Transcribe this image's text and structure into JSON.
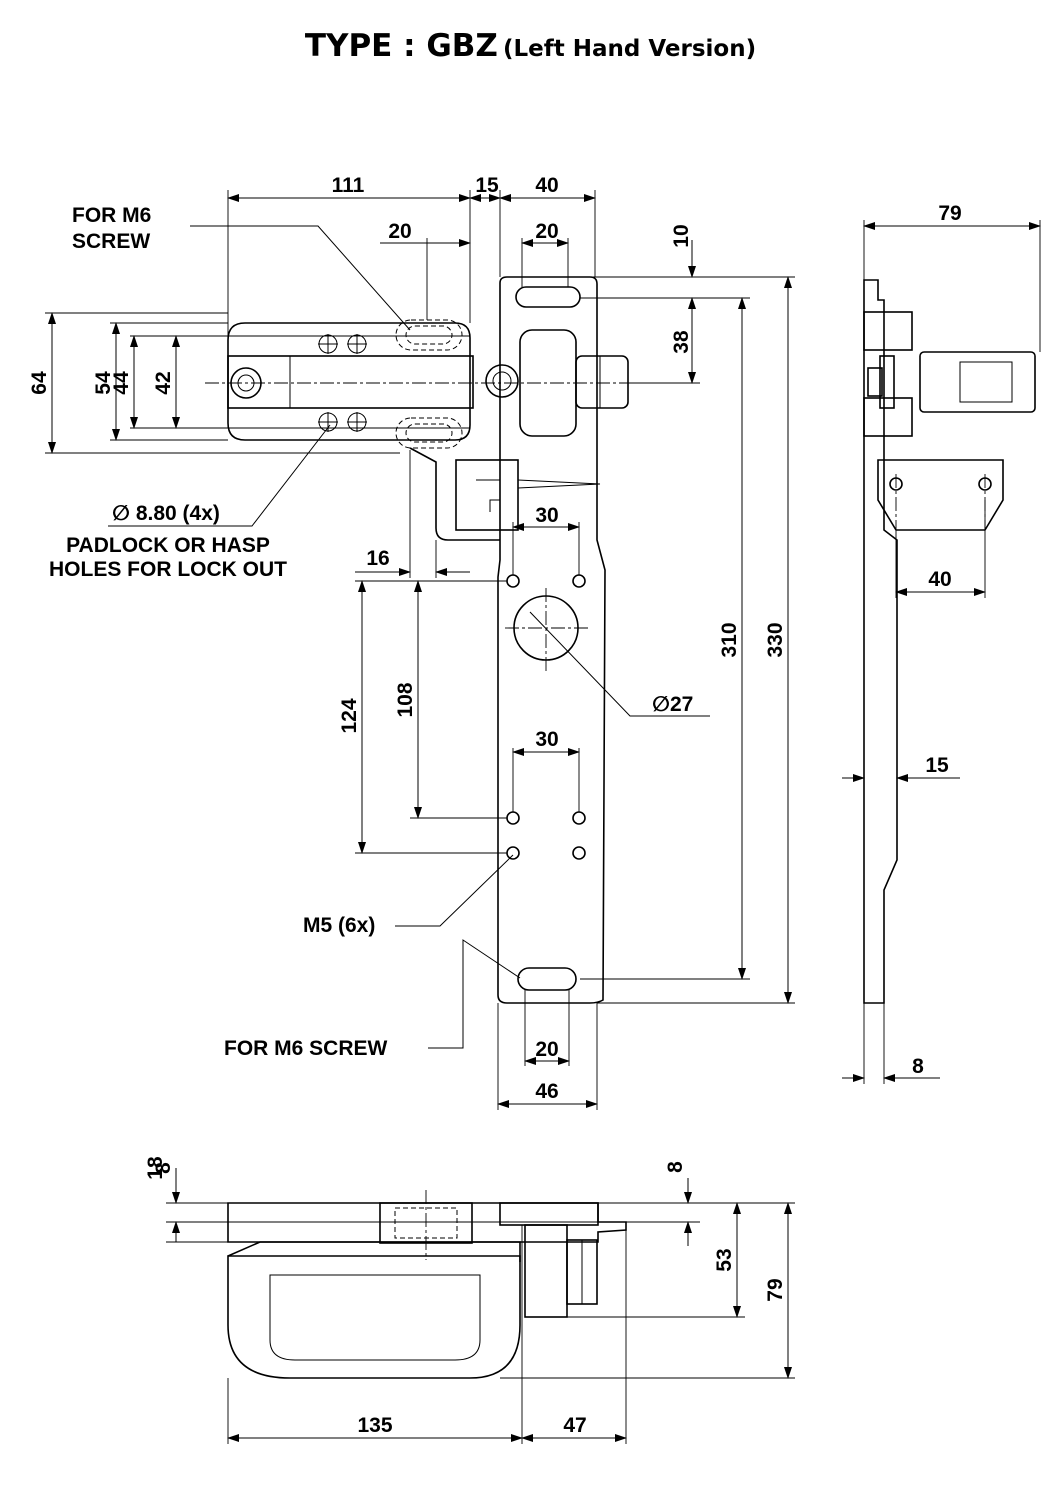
{
  "title": {
    "main": "TYPE : GBZ",
    "sub": "(Left Hand Version)"
  },
  "front_view": {
    "dimensions": {
      "d111": "111",
      "d15": "15",
      "d40": "40",
      "d20_top_left": "20",
      "d20_top_right": "20",
      "d10": "10",
      "d38": "38",
      "d64": "64",
      "d54": "54",
      "d44": "44",
      "d42": "42",
      "d30_upper": "30",
      "d16": "16",
      "d124": "124",
      "d108": "108",
      "d30_lower": "30",
      "d310": "310",
      "d330": "330",
      "d20_bottom": "20",
      "d46": "46",
      "d27": "27"
    },
    "notes": {
      "for_m6_screw_top_line1": "FOR M6",
      "for_m6_screw_top_line2": "SCREW",
      "padlock_diameter": "8.80 (4x)",
      "padlock_line1": "PADLOCK OR HASP",
      "padlock_line2": "HOLES FOR LOCK OUT",
      "m5": "M5 (6x)",
      "for_m6_screw_bottom": "FOR M6 SCREW"
    }
  },
  "side_view": {
    "dimensions": {
      "d79": "79",
      "d40": "40",
      "d15": "15",
      "d8": "8"
    }
  },
  "bottom_view": {
    "dimensions": {
      "d18": "18",
      "d8_left": "8",
      "d8_right": "8",
      "d53": "53",
      "d79": "79",
      "d135": "135",
      "d47": "47"
    }
  },
  "symbols": {
    "diameter": "∅"
  }
}
